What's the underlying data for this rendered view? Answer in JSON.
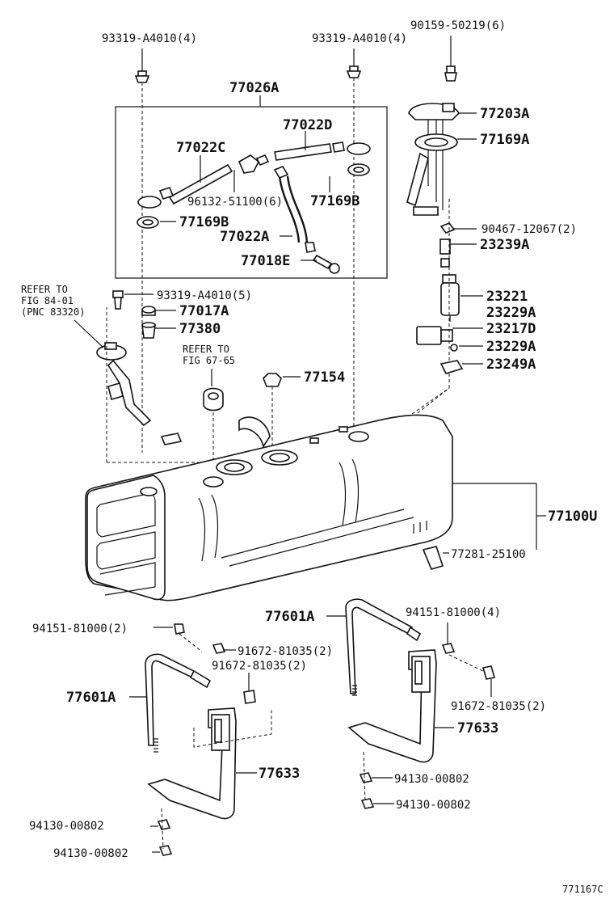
{
  "diagram_code": "771167C",
  "labels": {
    "bolt_left": "93319-A4010(4)",
    "bolt_mid": "93319-A4010(4)",
    "screw_top": "90159-50219(6)",
    "kit_77026A": "77026A",
    "hose_77022D": "77022D",
    "hose_77022C": "77022C",
    "valve_96132": "96132-51100(6)",
    "gasket_77169B_right": "77169B",
    "gasket_77169B_left": "77169B",
    "hose_77022A": "77022A",
    "hose_77018E": "77018E",
    "gauge_77203A": "77203A",
    "gasket_77169A": "77169A",
    "clamp_90467": "90467-12067(2)",
    "filter_23239A": "23239A",
    "pump_23221": "23221",
    "pump_23229A_top": "23229A",
    "connector_23217D": "23217D",
    "ring_23229A": "23229A",
    "cushion_23249A": "23249A",
    "refer_1_line1": "REFER TO",
    "refer_1_line2": "FIG 84-01",
    "refer_1_line3": "(PNC 83320)",
    "bolt_93319_5": "93319-A4010(5)",
    "plug_77017A": "77017A",
    "cap_77380": "77380",
    "refer_2_line1": "REFER TO",
    "refer_2_line2": "FIG 67-65",
    "grommet_77154": "77154",
    "tank_77100U": "77100U",
    "bracket_77281": "77281-25100",
    "band_77601A_right": "77601A",
    "washer_94151_right": "94151-81000(4)",
    "washer_94151_left": "94151-81000(2)",
    "bolt_91672_a": "91672-81035(2)",
    "bolt_91672_b": "91672-81035(2)",
    "band_77601A_left": "77601A",
    "bolt_91672_right": "91672-81035(2)",
    "bracket_77633_right": "77633",
    "nut_94130_right_a": "94130-00802",
    "nut_94130_right_b": "94130-00802",
    "bracket_77633_left": "77633",
    "nut_94130_left_a": "94130-00802",
    "nut_94130_left_b": "94130-00802"
  }
}
